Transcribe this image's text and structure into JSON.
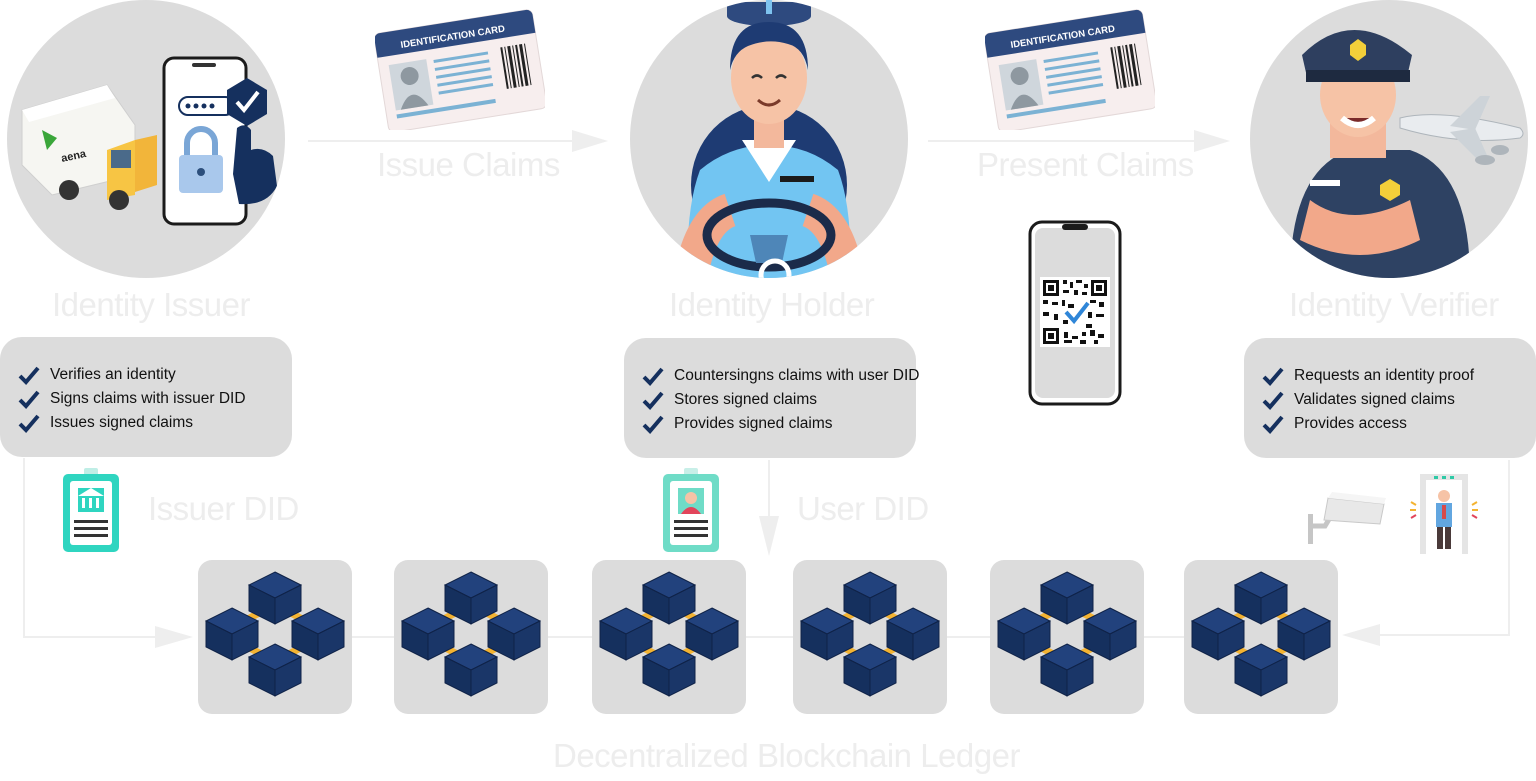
{
  "roles": {
    "issuer": {
      "title": "Identity Issuer",
      "items": [
        "Verifies an identity",
        "Signs claims with issuer DID",
        "Issues signed claims"
      ],
      "logo_text": "aena"
    },
    "holder": {
      "title": "Identity Holder",
      "items": [
        "Countersingns claims with user DID",
        "Stores signed claims",
        "Provides signed claims"
      ]
    },
    "verifier": {
      "title": "Identity Verifier",
      "items": [
        "Requests an identity proof",
        "Validates signed claims",
        "Provides access"
      ]
    }
  },
  "flows": {
    "issue": "Issue Claims",
    "present": "Present Claims"
  },
  "cards": {
    "header": "IDENTIFICATION CARD"
  },
  "dids": {
    "issuer": "Issuer DID",
    "user": "User DID"
  },
  "ledger": {
    "title": "Decentralized Blockchain Ledger",
    "node_count": 6
  },
  "colors": {
    "navy": "#15305e",
    "gold": "#f3b332",
    "circle_bg": "#dcdcdc",
    "muted_text": "#ededed",
    "teal": "#2fd5c0"
  },
  "icons": {
    "checkmark": "check-icon",
    "issuer_badge": "institution-badge-icon",
    "user_badge": "user-badge-icon",
    "ledger_node": "blockchain-cubes-icon"
  }
}
